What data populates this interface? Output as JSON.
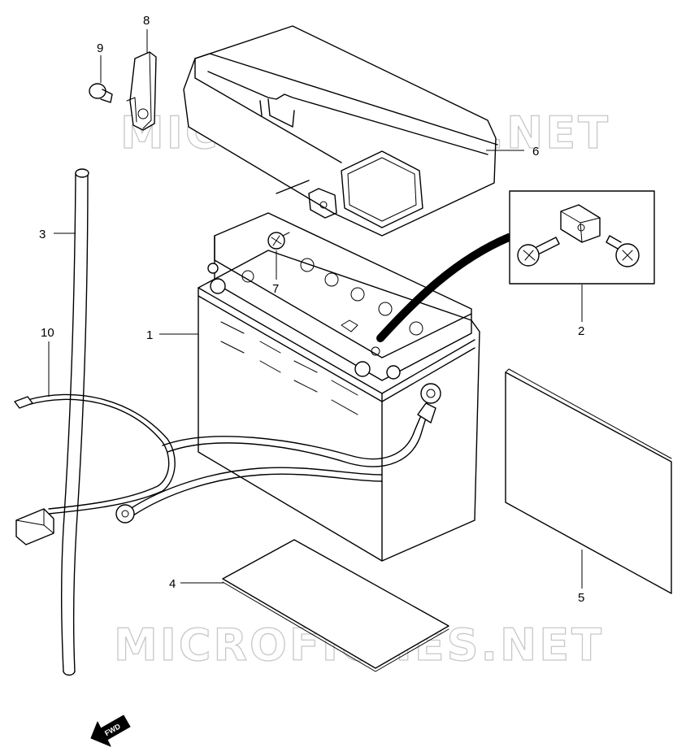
{
  "watermark": {
    "text": "MICROFICHES.NET"
  },
  "callouts": [
    {
      "id": "1",
      "label": "1"
    },
    {
      "id": "2",
      "label": "2"
    },
    {
      "id": "3",
      "label": "3"
    },
    {
      "id": "4",
      "label": "4"
    },
    {
      "id": "5",
      "label": "5"
    },
    {
      "id": "6",
      "label": "6"
    },
    {
      "id": "7",
      "label": "7"
    },
    {
      "id": "8",
      "label": "8"
    },
    {
      "id": "9",
      "label": "9"
    },
    {
      "id": "10",
      "label": "10"
    }
  ],
  "direction": {
    "label": "FWD"
  }
}
